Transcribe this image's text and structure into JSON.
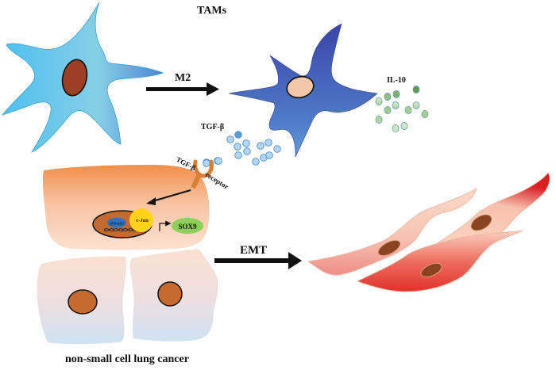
{
  "labels": {
    "tams": "TAMs",
    "m2": "M2",
    "il10": "IL-10",
    "tgfb": "TGF-β",
    "receptor_tgfb": "TGF-β",
    "receptor_word": "receptor",
    "psmad3": "pSmad3",
    "cjun": "c-Jun",
    "sox9": "SOX9",
    "emt": "EMT",
    "nsclc": "non-small cell lung cancer"
  },
  "colors": {
    "macrophage_light": "#5bc3ee",
    "macrophage_m2": "#3f4fb0",
    "nucleus_brown": "#9c3f22",
    "nucleus_pink": "#f5c7aa",
    "tgfb_dot": "#a9cdef",
    "il10_dot": "#b9ddb0",
    "receptor": "#d77f35",
    "tumor_cell": "#f6c9a8",
    "tumor_nucleus": "#c66a30",
    "cjun": "#ffd21a",
    "psmad3": "#2f6fc4",
    "sox9": "#8ccf5a",
    "mesenchymal_red": "#e83a2e"
  }
}
